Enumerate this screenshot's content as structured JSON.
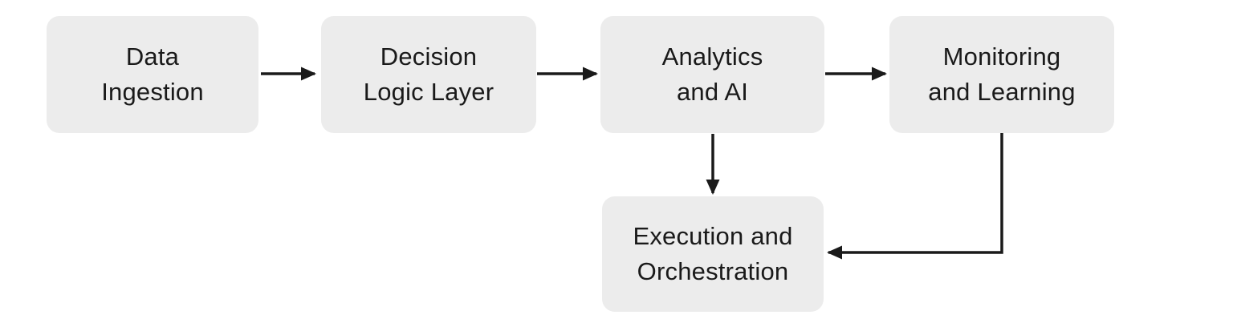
{
  "diagram": {
    "type": "flowchart",
    "background_color": "#ffffff",
    "node_fill_color": "#ececec",
    "node_text_color": "#1a1a1a",
    "arrow_color": "#1a1a1a",
    "nodes": [
      {
        "id": "data-ingestion",
        "label": "Data Ingestion",
        "line1": "Data",
        "line2": "Ingestion"
      },
      {
        "id": "decision-logic-layer",
        "label": "Decision Logic Layer",
        "line1": "Decision",
        "line2": "Logic Layer"
      },
      {
        "id": "analytics-and-ai",
        "label": "Analytics and AI",
        "line1": "Analytics",
        "line2": "and AI"
      },
      {
        "id": "monitoring-and-learning",
        "label": "Monitoring and Learning",
        "line1": "Monitoring",
        "line2": "and Learning"
      },
      {
        "id": "execution-and-orchestration",
        "label": "Execution and Orchestration",
        "line1": "Execution and",
        "line2": "Orchestration"
      }
    ],
    "edges": [
      {
        "from": "Data Ingestion",
        "to": "Decision Logic Layer",
        "style": "straight-right"
      },
      {
        "from": "Decision Logic Layer",
        "to": "Analytics and AI",
        "style": "straight-right"
      },
      {
        "from": "Analytics and AI",
        "to": "Monitoring and Learning",
        "style": "straight-right"
      },
      {
        "from": "Analytics and AI",
        "to": "Execution and Orchestration",
        "style": "straight-down"
      },
      {
        "from": "Monitoring and Learning",
        "to": "Execution and Orchestration",
        "style": "elbow-down-left"
      }
    ]
  }
}
